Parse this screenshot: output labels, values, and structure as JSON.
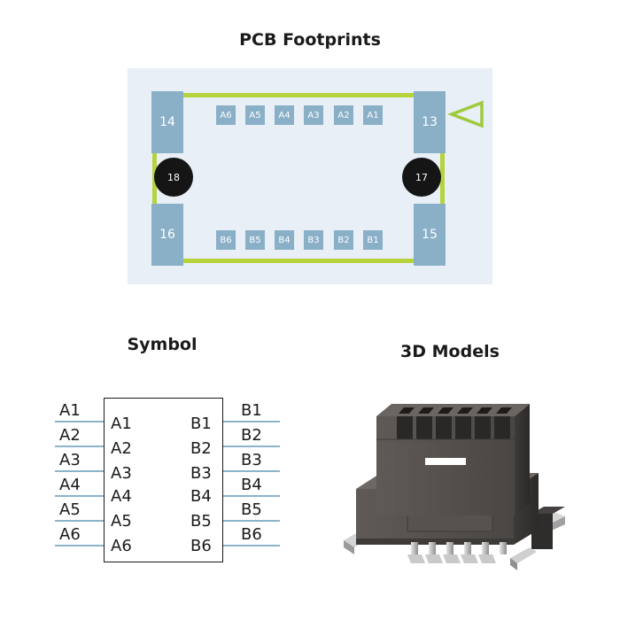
{
  "titles": {
    "pcb": "PCB Footprints",
    "symbol": "Symbol",
    "models": "3D Models"
  },
  "pcb": {
    "big_pads": [
      "14",
      "13",
      "16",
      "15"
    ],
    "holes": [
      "18",
      "17"
    ],
    "top_pads": [
      "A6",
      "A5",
      "A4",
      "A3",
      "A2",
      "A1"
    ],
    "bottom_pads": [
      "B6",
      "B5",
      "B4",
      "B3",
      "B2",
      "B1"
    ],
    "colors": {
      "board": "#e8eff6",
      "pad": "#8ab0c8",
      "silkscreen": "#b7d33c",
      "hole": "#151515"
    }
  },
  "symbol": {
    "left_pins": [
      "A1",
      "A2",
      "A3",
      "A4",
      "A5",
      "A6"
    ],
    "right_pins": [
      "B1",
      "B2",
      "B3",
      "B4",
      "B5",
      "B6"
    ],
    "colors": {
      "pin_line": "#8bb3c9",
      "outline": "#1a1a1a"
    }
  }
}
